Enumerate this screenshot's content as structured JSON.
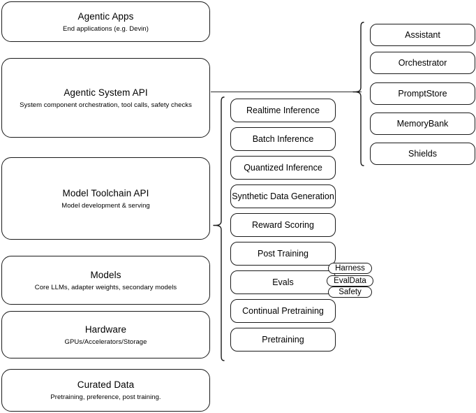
{
  "diagram": {
    "title": "Agentic AI stack layers",
    "stroke_color": "#1a1a1a",
    "background_color": "#ffffff"
  },
  "layers": [
    {
      "title": "Agentic Apps",
      "subtitle": "End applications (e.g. Devin)"
    },
    {
      "title": "Agentic System API",
      "subtitle": "System component orchestration, tool calls, safety checks"
    },
    {
      "title": "Model Toolchain API",
      "subtitle": "Model development & serving"
    },
    {
      "title": "Models",
      "subtitle": "Core LLMs, adapter weights, secondary models"
    },
    {
      "title": "Hardware",
      "subtitle": "GPUs/Accelerators/Storage"
    },
    {
      "title": "Curated Data",
      "subtitle": "Pretraining, preference, post training."
    }
  ],
  "toolchain_components": [
    {
      "label": "Realtime Inference"
    },
    {
      "label": "Batch Inference"
    },
    {
      "label": "Quantized Inference"
    },
    {
      "label": "Synthetic Data Generation"
    },
    {
      "label": "Reward Scoring"
    },
    {
      "label": "Post Training"
    },
    {
      "label": "Evals"
    },
    {
      "label": "Continual Pretraining"
    },
    {
      "label": "Pretraining"
    }
  ],
  "system_components": [
    {
      "label": "Assistant"
    },
    {
      "label": "Orchestrator"
    },
    {
      "label": "PromptStore"
    },
    {
      "label": "MemoryBank"
    },
    {
      "label": "Shields"
    }
  ],
  "eval_tags": [
    {
      "label": "Harness"
    },
    {
      "label": "EvalData"
    },
    {
      "label": "Safety"
    }
  ]
}
